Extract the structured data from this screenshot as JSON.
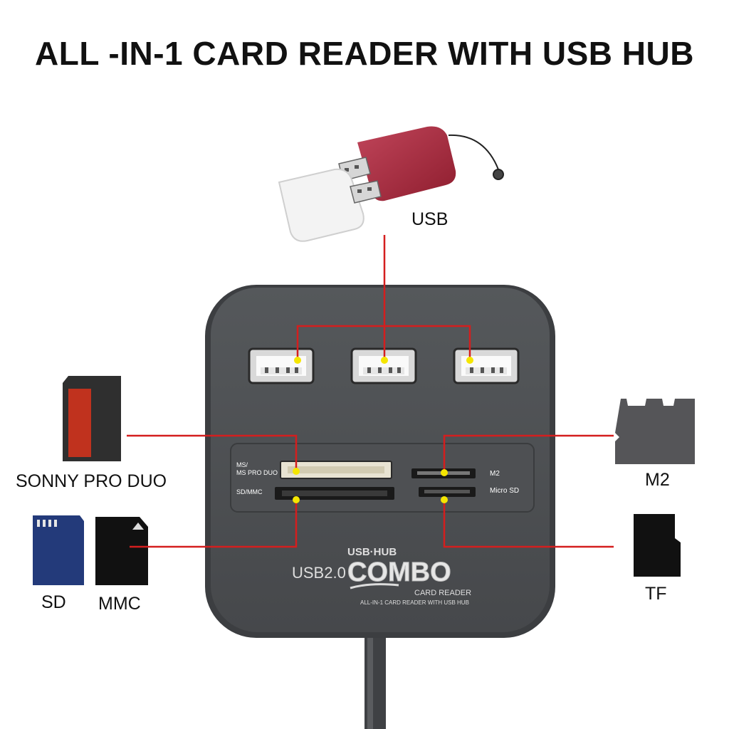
{
  "title": "ALL -IN-1 CARD READER WITH USB HUB",
  "labels": {
    "usb": "USB",
    "sony": "SONNY PRO DUO",
    "sd": "SD",
    "mmc": "MMC",
    "m2": "M2",
    "tf": "TF"
  },
  "hub": {
    "slot_ms": "MS/",
    "slot_ms_pro": "MS PRO DUO",
    "slot_sdmmc": "SD/MMC",
    "slot_m2": "M2",
    "slot_microsd": "Micro SD",
    "usb_hub": "USB·HUB",
    "usb20": "USB2.0",
    "combo": "COMBO",
    "card_reader": "CARD READER",
    "tagline": "ALL-IN-1 CARD READER WITH USB HUB"
  },
  "colors": {
    "line": "#d41e1e",
    "dot": "#f5e600",
    "hub_body": "#4b4d50",
    "hub_panel": "#55575a"
  }
}
